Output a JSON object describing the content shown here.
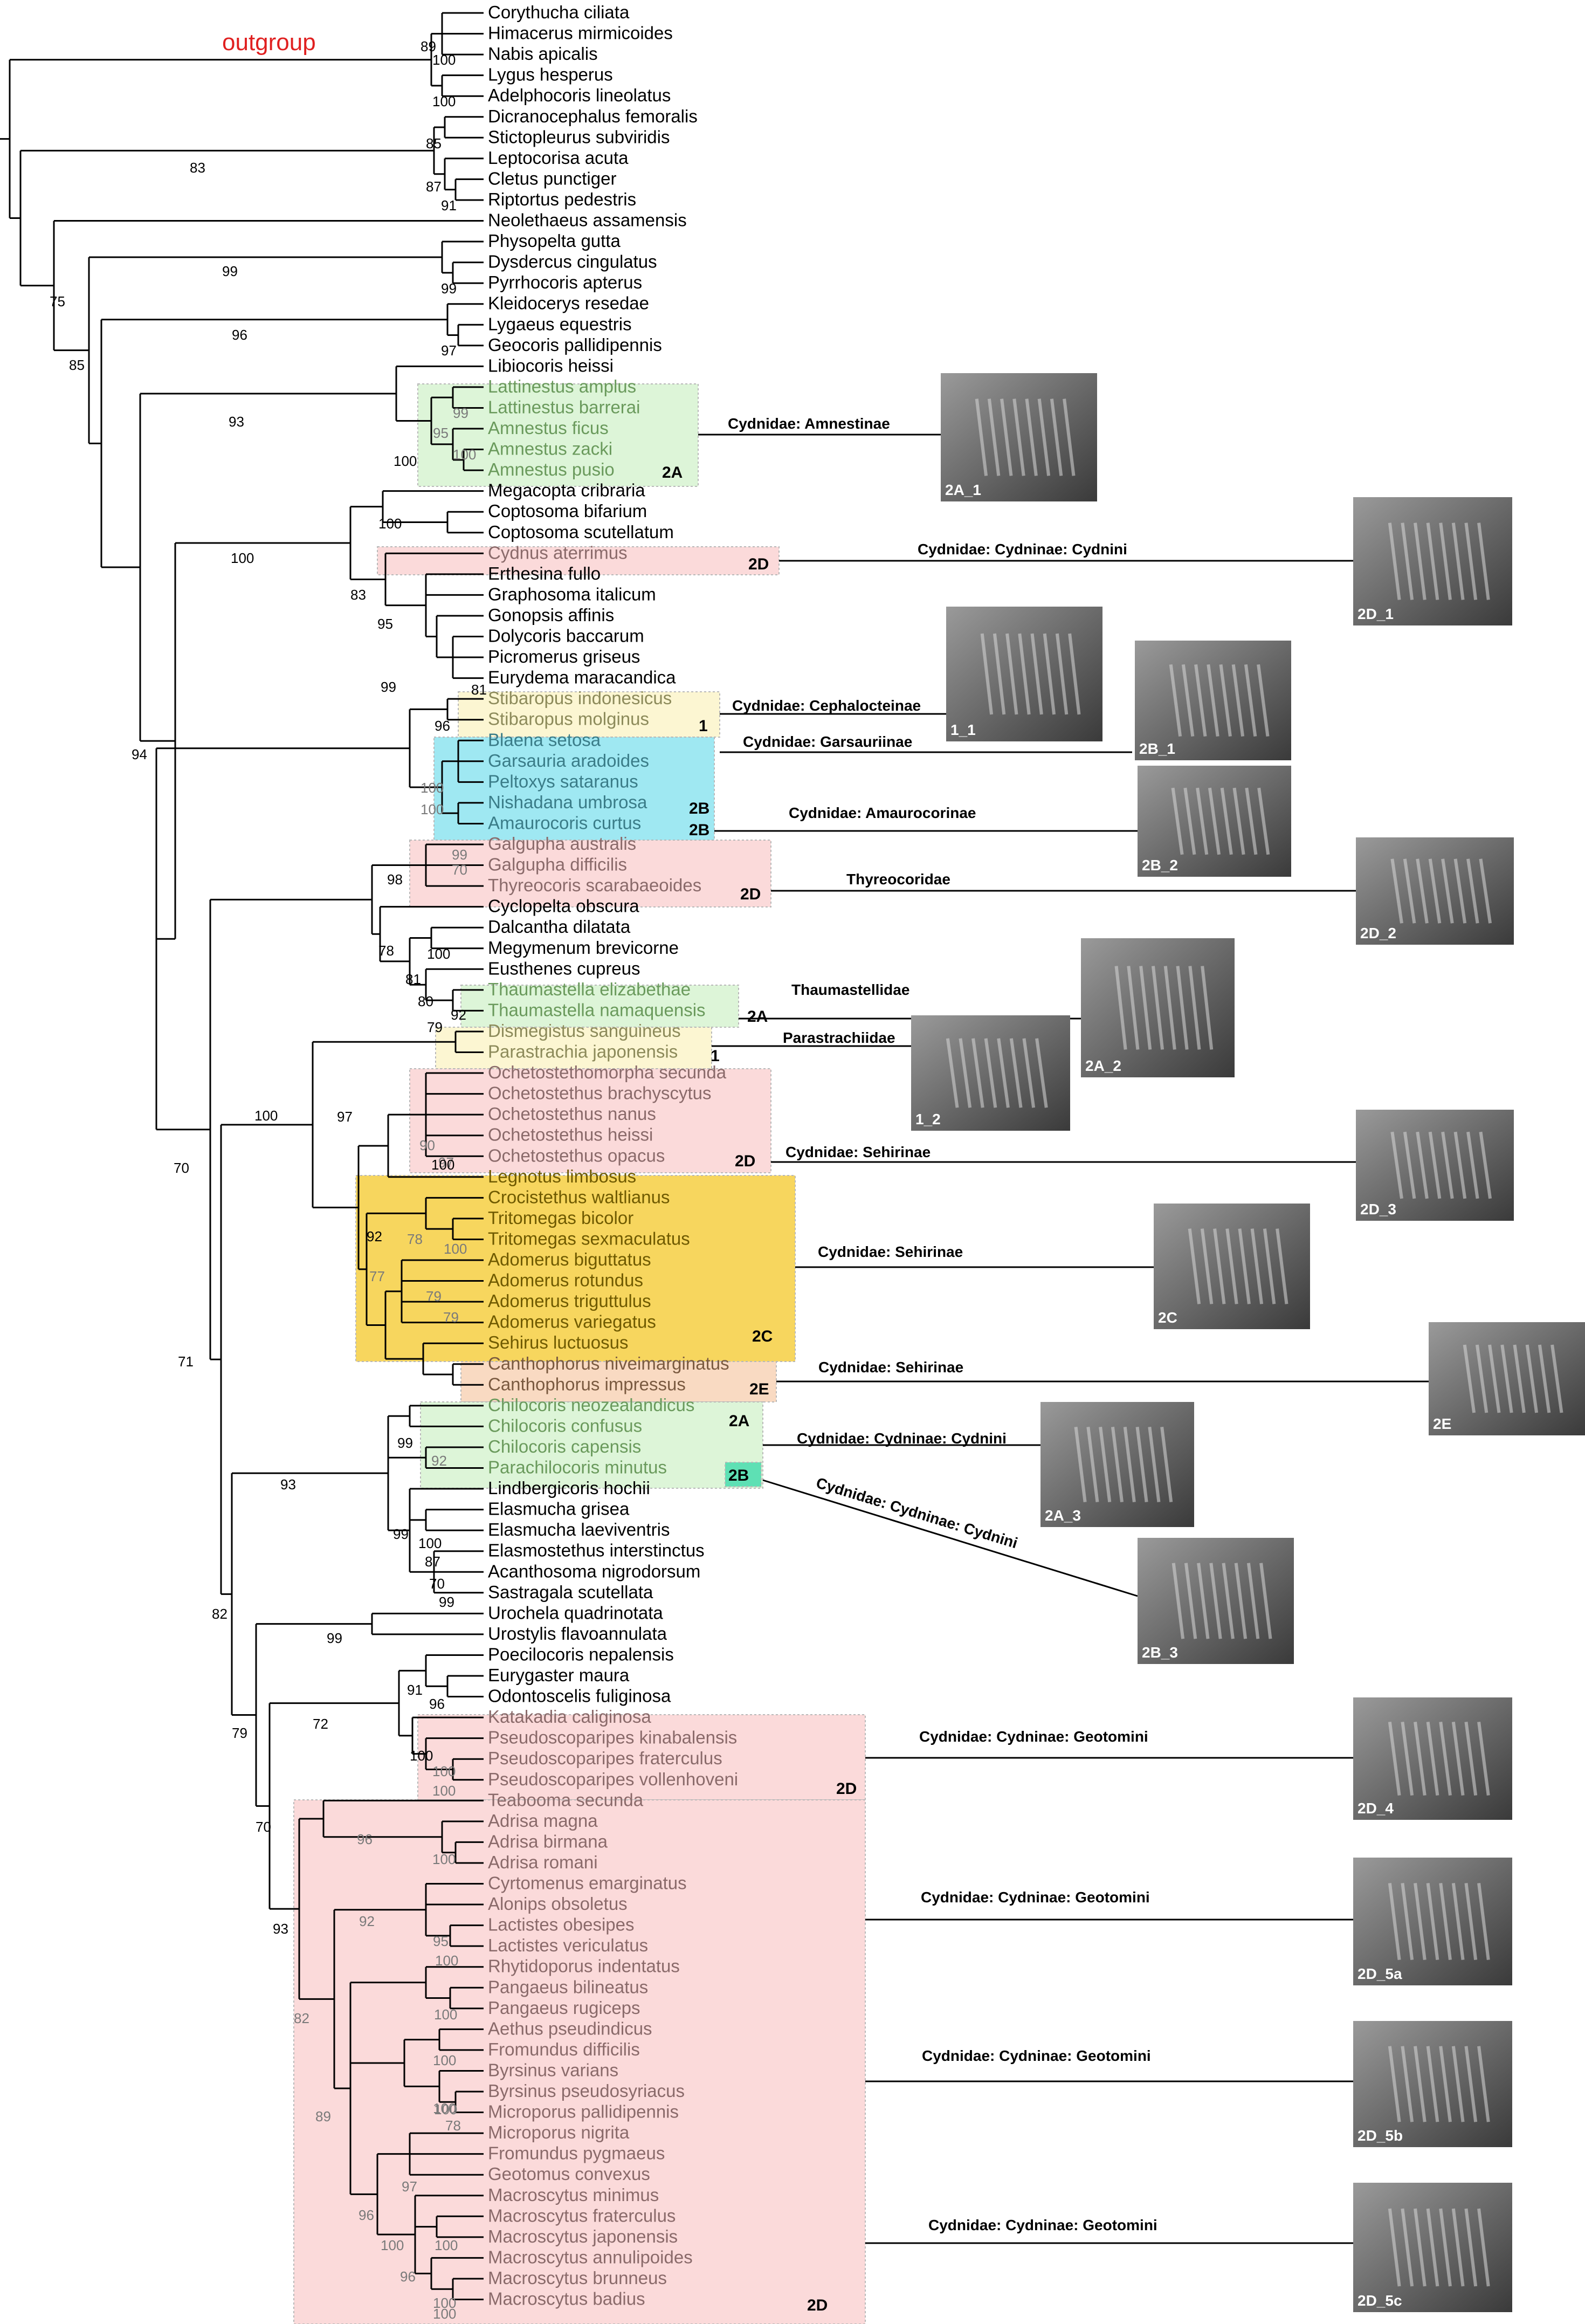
{
  "outgroup_label": "outgroup",
  "colors": {
    "pink": "#fbdada",
    "green": "#ddf5d8",
    "cyan": "#9fe8f2",
    "yellow": "#fcf6d2",
    "gold": "#f7d65e",
    "orange": "#f9dac2",
    "teal": "#5ee0b4",
    "outgroup": "#e02020"
  },
  "taxa": [
    {
      "name": "Corythucha ciliata",
      "c": "black"
    },
    {
      "name": "Himacerus mirmicoides",
      "c": "black"
    },
    {
      "name": "Nabis apicalis",
      "c": "black"
    },
    {
      "name": "Lygus hesperus",
      "c": "black"
    },
    {
      "name": "Adelphocoris lineolatus",
      "c": "black"
    },
    {
      "name": "Dicranocephalus femoralis",
      "c": "black"
    },
    {
      "name": "Stictopleurus subviridis",
      "c": "black"
    },
    {
      "name": "Leptocorisa acuta",
      "c": "black"
    },
    {
      "name": "Cletus punctiger",
      "c": "black"
    },
    {
      "name": "Riptortus pedestris",
      "c": "black"
    },
    {
      "name": "Neolethaeus assamensis",
      "c": "black"
    },
    {
      "name": "Physopelta gutta",
      "c": "black"
    },
    {
      "name": "Dysdercus cingulatus",
      "c": "black"
    },
    {
      "name": "Pyrrhocoris apterus",
      "c": "black"
    },
    {
      "name": "Kleidocerys resedae",
      "c": "black"
    },
    {
      "name": "Lygaeus equestris",
      "c": "black"
    },
    {
      "name": "Geocoris pallidipennis",
      "c": "black"
    },
    {
      "name": "Libiocoris heissi",
      "c": "black"
    },
    {
      "name": "Lattinestus amplus",
      "c": "green"
    },
    {
      "name": "Lattinestus barrerai",
      "c": "green"
    },
    {
      "name": "Amnestus ficus",
      "c": "green"
    },
    {
      "name": "Amnestus zacki",
      "c": "green"
    },
    {
      "name": "Amnestus pusio",
      "c": "green"
    },
    {
      "name": "Megacopta cribraria",
      "c": "black"
    },
    {
      "name": "Coptosoma bifarium",
      "c": "black"
    },
    {
      "name": "Coptosoma scutellatum",
      "c": "black"
    },
    {
      "name": "Cydnus aterrimus",
      "c": "pink"
    },
    {
      "name": "Erthesina fullo",
      "c": "black"
    },
    {
      "name": "Graphosoma italicum",
      "c": "black"
    },
    {
      "name": "Gonopsis affinis",
      "c": "black"
    },
    {
      "name": "Dolycoris baccarum",
      "c": "black"
    },
    {
      "name": "Picromerus griseus",
      "c": "black"
    },
    {
      "name": "Eurydema maracandica",
      "c": "black"
    },
    {
      "name": "Stibaropus indonesicus",
      "c": "olive"
    },
    {
      "name": "Stibaropus molginus",
      "c": "olive"
    },
    {
      "name": "Blaena setosa",
      "c": "teal"
    },
    {
      "name": "Garsauria aradoides",
      "c": "teal"
    },
    {
      "name": "Peltoxys sataranus",
      "c": "teal"
    },
    {
      "name": "Nishadana umbrosa",
      "c": "teal"
    },
    {
      "name": "Amaurocoris curtus",
      "c": "teal"
    },
    {
      "name": "Galgupha australis",
      "c": "pink"
    },
    {
      "name": "Galgupha difficilis",
      "c": "pink"
    },
    {
      "name": "Thyreocoris scarabaeoides",
      "c": "pink"
    },
    {
      "name": "Cyclopelta obscura",
      "c": "black"
    },
    {
      "name": "Dalcantha dilatata",
      "c": "black"
    },
    {
      "name": "Megymenum brevicorne",
      "c": "black"
    },
    {
      "name": "Eusthenes cupreus",
      "c": "black"
    },
    {
      "name": "Thaumastella elizabethae",
      "c": "green"
    },
    {
      "name": "Thaumastella namaquensis",
      "c": "green"
    },
    {
      "name": "Dismegistus sanguineus",
      "c": "olive"
    },
    {
      "name": "Parastrachia japonensis",
      "c": "olive"
    },
    {
      "name": "Ochetostethomorpha secunda",
      "c": "pink"
    },
    {
      "name": "Ochetostethus brachyscytus",
      "c": "pink"
    },
    {
      "name": "Ochetostethus nanus",
      "c": "pink"
    },
    {
      "name": "Ochetostethus heissi",
      "c": "pink"
    },
    {
      "name": "Ochetostethus opacus",
      "c": "pink"
    },
    {
      "name": "Legnotus limbosus",
      "c": "gold"
    },
    {
      "name": "Crocistethus waltlianus",
      "c": "gold"
    },
    {
      "name": "Tritomegas bicolor",
      "c": "gold"
    },
    {
      "name": "Tritomegas sexmaculatus",
      "c": "gold"
    },
    {
      "name": "Adomerus biguttatus",
      "c": "gold"
    },
    {
      "name": "Adomerus rotundus",
      "c": "gold"
    },
    {
      "name": "Adomerus triguttulus",
      "c": "gold"
    },
    {
      "name": "Adomerus variegatus",
      "c": "gold"
    },
    {
      "name": "Sehirus luctuosus",
      "c": "gold"
    },
    {
      "name": "Canthophorus niveimarginatus",
      "c": "orange"
    },
    {
      "name": "Canthophorus impressus",
      "c": "orange"
    },
    {
      "name": "Chilocoris neozealandicus",
      "c": "green"
    },
    {
      "name": "Chilocoris confusus",
      "c": "green"
    },
    {
      "name": "Chilocoris  capensis",
      "c": "green"
    },
    {
      "name": "Parachilocoris minutus",
      "c": "green"
    },
    {
      "name": "Lindbergicoris hochii",
      "c": "black"
    },
    {
      "name": "Elasmucha grisea",
      "c": "black"
    },
    {
      "name": "Elasmucha laeviventris",
      "c": "black"
    },
    {
      "name": "Elasmostethus interstinctus",
      "c": "black"
    },
    {
      "name": "Acanthosoma nigrodorsum",
      "c": "black"
    },
    {
      "name": "Sastragala scutellata",
      "c": "black"
    },
    {
      "name": "Urochela quadrinotata",
      "c": "black"
    },
    {
      "name": "Urostylis flavoannulata",
      "c": "black"
    },
    {
      "name": "Poecilocoris nepalensis",
      "c": "black"
    },
    {
      "name": "Eurygaster maura",
      "c": "black"
    },
    {
      "name": "Odontoscelis fuliginosa",
      "c": "black"
    },
    {
      "name": "Katakadia caliginosa",
      "c": "pink"
    },
    {
      "name": "Pseudoscoparipes kinabalensis",
      "c": "pink"
    },
    {
      "name": "Pseudoscoparipes fraterculus",
      "c": "pink"
    },
    {
      "name": "Pseudoscoparipes vollenhoveni",
      "c": "pink"
    },
    {
      "name": "Teabooma secunda",
      "c": "pink"
    },
    {
      "name": "Adrisa magna",
      "c": "pink"
    },
    {
      "name": "Adrisa birmana",
      "c": "pink"
    },
    {
      "name": "Adrisa romani",
      "c": "pink"
    },
    {
      "name": "Cyrtomenus emarginatus",
      "c": "pink"
    },
    {
      "name": "Alonips obsoletus",
      "c": "pink"
    },
    {
      "name": "Lactistes obesipes",
      "c": "pink"
    },
    {
      "name": "Lactistes vericulatus",
      "c": "pink"
    },
    {
      "name": "Rhytidoporus indentatus",
      "c": "pink"
    },
    {
      "name": "Pangaeus bilineatus",
      "c": "pink"
    },
    {
      "name": "Pangaeus rugiceps",
      "c": "pink"
    },
    {
      "name": "Aethus pseudindicus",
      "c": "pink"
    },
    {
      "name": "Fromundus difficilis",
      "c": "pink"
    },
    {
      "name": "Byrsinus varians",
      "c": "pink"
    },
    {
      "name": "Byrsinus pseudosyriacus",
      "c": "pink"
    },
    {
      "name": "Microporus pallidipennis",
      "c": "pink"
    },
    {
      "name": "Microporus nigrita",
      "c": "pink"
    },
    {
      "name": "Fromundus pygmaeus",
      "c": "pink"
    },
    {
      "name": "Geotomus convexus",
      "c": "pink"
    },
    {
      "name": "Macroscytus minimus",
      "c": "pink"
    },
    {
      "name": "Macroscytus fraterculus",
      "c": "pink"
    },
    {
      "name": "Macroscytus japonensis",
      "c": "pink"
    },
    {
      "name": "Macroscytus annulipoides",
      "c": "pink"
    },
    {
      "name": "Macroscytus brunneus",
      "c": "pink"
    },
    {
      "name": "Macroscytus badius",
      "c": "pink"
    }
  ],
  "support_values": [
    {
      "v": "89"
    },
    {
      "v": "100"
    },
    {
      "v": "100"
    },
    {
      "v": "85"
    },
    {
      "v": "83"
    },
    {
      "v": "87"
    },
    {
      "v": "91"
    },
    {
      "v": "99"
    },
    {
      "v": "99"
    },
    {
      "v": "75"
    },
    {
      "v": "96"
    },
    {
      "v": "97"
    },
    {
      "v": "85"
    },
    {
      "v": "93"
    },
    {
      "v": "99"
    },
    {
      "v": "95"
    },
    {
      "v": "100"
    },
    {
      "v": "100"
    },
    {
      "v": "100"
    },
    {
      "v": "100"
    },
    {
      "v": "83"
    },
    {
      "v": "95"
    },
    {
      "v": "99"
    },
    {
      "v": "81"
    },
    {
      "v": "96"
    },
    {
      "v": "100"
    },
    {
      "v": "100"
    },
    {
      "v": "94"
    },
    {
      "v": "98"
    },
    {
      "v": "99"
    },
    {
      "v": "70"
    },
    {
      "v": "78"
    },
    {
      "v": "100"
    },
    {
      "v": "81"
    },
    {
      "v": "80"
    },
    {
      "v": "79"
    },
    {
      "v": "92"
    },
    {
      "v": "100"
    },
    {
      "v": "97"
    },
    {
      "v": "90"
    },
    {
      "v": "97"
    },
    {
      "v": "100"
    },
    {
      "v": "70"
    },
    {
      "v": "92"
    },
    {
      "v": "78"
    },
    {
      "v": "100"
    },
    {
      "v": "77"
    },
    {
      "v": "79"
    },
    {
      "v": "79"
    },
    {
      "v": "71"
    },
    {
      "v": "99"
    },
    {
      "v": "92"
    },
    {
      "v": "93"
    },
    {
      "v": "99"
    },
    {
      "v": "100"
    },
    {
      "v": "87"
    },
    {
      "v": "70"
    },
    {
      "v": "99"
    },
    {
      "v": "82"
    },
    {
      "v": "99"
    },
    {
      "v": "91"
    },
    {
      "v": "96"
    },
    {
      "v": "72"
    },
    {
      "v": "100"
    },
    {
      "v": "100"
    },
    {
      "v": "100"
    },
    {
      "v": "79"
    },
    {
      "v": "70"
    },
    {
      "v": "93"
    },
    {
      "v": "96"
    },
    {
      "v": "100"
    },
    {
      "v": "92"
    },
    {
      "v": "95"
    },
    {
      "v": "100"
    },
    {
      "v": "100"
    },
    {
      "v": "100"
    },
    {
      "v": "82"
    },
    {
      "v": "100"
    },
    {
      "v": "100"
    },
    {
      "v": "78"
    },
    {
      "v": "89"
    },
    {
      "v": "97"
    },
    {
      "v": "96"
    },
    {
      "v": "100"
    },
    {
      "v": "100"
    },
    {
      "v": "96"
    },
    {
      "v": "100"
    },
    {
      "v": "100"
    }
  ],
  "group_tags": [
    "2A",
    "2D",
    "1",
    "2B",
    "2B",
    "2D",
    "2A",
    "1",
    "2D",
    "2C",
    "2E",
    "2A",
    "2B",
    "2D",
    "2D"
  ],
  "annotations": [
    "Cydnidae: Amnestinae",
    "Cydnidae: Cydninae: Cydnini",
    "Cydnidae: Cephalocteinae",
    "Cydnidae: Garsauriinae",
    "Cydnidae: Amaurocorinae",
    "Thyreocoridae",
    "Thaumastellidae",
    "Parastrachiidae",
    "Cydnidae: Sehirinae",
    "Cydnidae: Sehirinae",
    "Cydnidae: Sehirinae",
    "Cydnidae: Cydninae: Cydnini",
    "Cydnidae: Cydninae: Cydnini",
    "Cydnidae: Cydninae: Geotomini",
    "Cydnidae: Cydninae: Geotomini",
    "Cydnidae: Cydninae: Geotomini",
    "Cydnidae: Cydninae: Geotomini"
  ],
  "thumbnails": [
    "2A_1",
    "2D_1",
    "1_1",
    "2B_1",
    "2B_2",
    "2D_2",
    "2A_2",
    "1_2",
    "2D_3",
    "2C",
    "2E",
    "2A_3",
    "2B_3",
    "2D_4",
    "2D_5a",
    "2D_5b",
    "2D_5c"
  ]
}
